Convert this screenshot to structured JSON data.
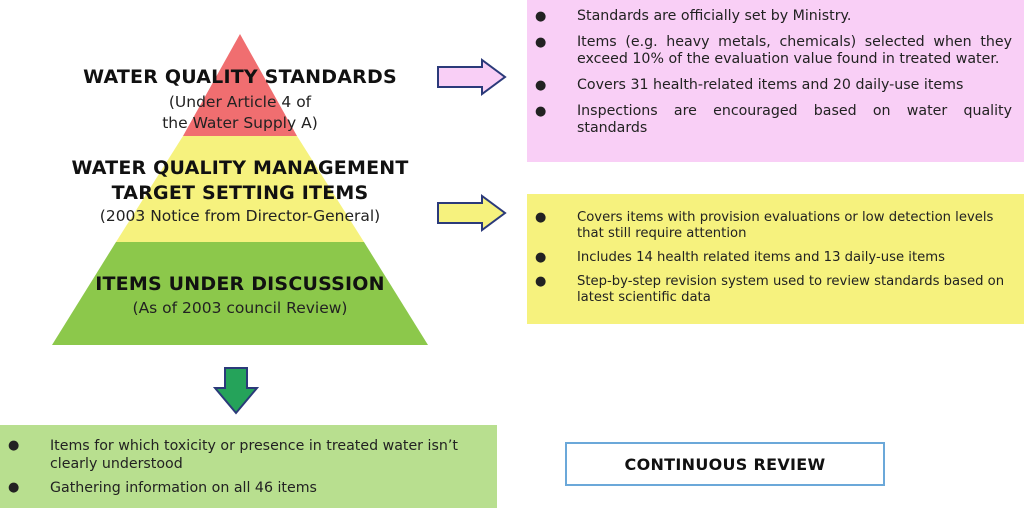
{
  "pyramid": {
    "tiers": [
      {
        "title": "WATER QUALITY STANDARDS",
        "subtitle_line1": "(Under Article 4 of",
        "subtitle_line2": "the Water Supply A)",
        "color": "#f06e70"
      },
      {
        "title_line1": "WATER QUALITY MANAGEMENT",
        "title_line2": "TARGET SETTING ITEMS",
        "subtitle": "(2003 Notice from Director-General)",
        "color": "#f6f27e"
      },
      {
        "title": "ITEMS UNDER DISCUSSION",
        "subtitle": "(As of 2003 council Review)",
        "color": "#8cc84b"
      }
    ]
  },
  "standards_box": {
    "color": "#f9cff6",
    "bullet": "●",
    "items": [
      "Standards are officially set by Ministry.",
      "Items (e.g.  heavy metals, chemicals) selected when they exceed 10% of the evaluation value found in treated water.",
      "Covers 31 health-related items and 20 daily-use items",
      "Inspections are encouraged based on water quality standards"
    ]
  },
  "targets_box": {
    "color": "#f6f27e",
    "bullet": "●",
    "items": [
      "Covers items with provision evaluations or low detection levels that still require attention",
      "Includes 14 health related items and 13 daily-use items",
      "Step-by-step revision system used to review standards based on latest scientific data"
    ]
  },
  "discussion_box": {
    "color": "#b8df8f",
    "bullet": "●",
    "items": [
      "Items for which toxicity or presence in treated water isn’t clearly understood",
      "Gathering information on all 46 items"
    ]
  },
  "review_box": {
    "label": "CONTINUOUS REVIEW",
    "border_color": "#6ba8d9"
  },
  "arrows": {
    "pink_fill": "#f9cff6",
    "yellow_fill": "#f6f27e",
    "down_fill": "#25a35a",
    "outline": "#2b3a7a"
  }
}
